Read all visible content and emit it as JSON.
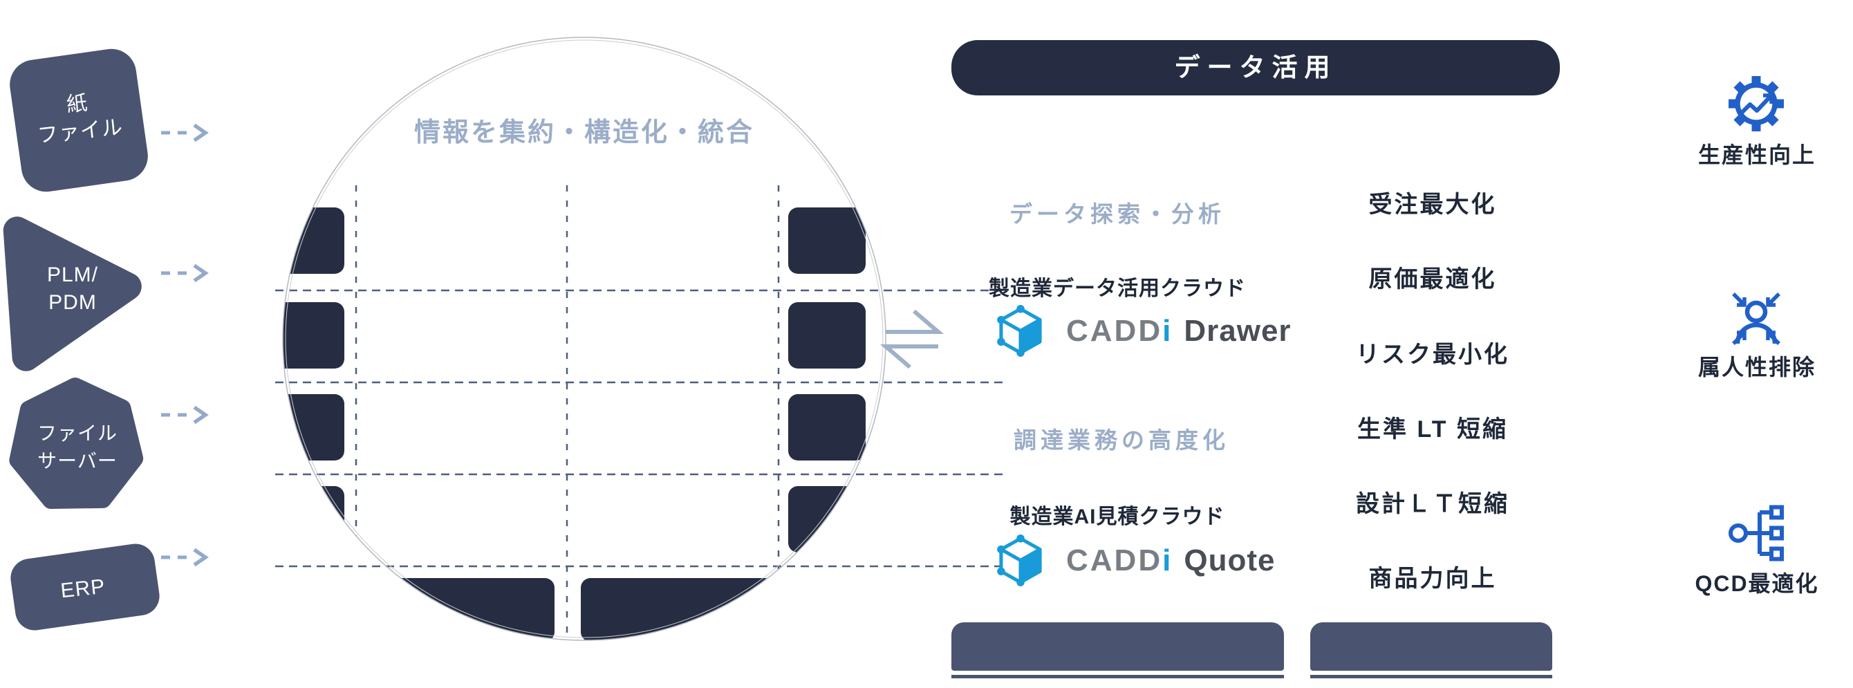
{
  "sources": {
    "items": [
      {
        "shape": "rounded-square",
        "line1": "紙",
        "line2": "ファイル"
      },
      {
        "shape": "rounded-triangle",
        "line1": "PLM/",
        "line2": "PDM"
      },
      {
        "shape": "rounded-heptagon",
        "line1": "ファイル",
        "line2": "サーバー"
      },
      {
        "shape": "rounded-rectangle",
        "line1": "ERP",
        "line2": ""
      }
    ]
  },
  "hub_circle": {
    "title": "情報を集約・構造化・統合"
  },
  "flow": {
    "exchange_icon": "bidirectional-exchange"
  },
  "data_utilization": {
    "banner_label": "データ活用",
    "products": [
      {
        "category": "データ探索・分析",
        "subtitle": "製造業データ活用クラウド",
        "brand_prefix": "CADD",
        "brand_i": "i",
        "name": "Drawer"
      },
      {
        "category": "調達業務の高度化",
        "subtitle": "製造業AI見積クラウド",
        "brand_prefix": "CADD",
        "brand_i": "i",
        "name": "Quote"
      }
    ],
    "outcomes": [
      "受注最大化",
      "原価最適化",
      "リスク最小化",
      "生準 LT 短縮",
      "設計ＬＴ短縮",
      "商品力向上"
    ]
  },
  "benefits": {
    "items": [
      {
        "icon": "gear-trend-up-icon",
        "label": "生産性向上"
      },
      {
        "icon": "person-converging-arrows-icon",
        "label": "属人性排除"
      },
      {
        "icon": "node-hierarchy-icon",
        "label": "QCD最適化"
      }
    ]
  },
  "colors": {
    "navy": "#262d42",
    "slate": "#4a5470",
    "light_blue_text": "#9badc8",
    "grid_dash": "#4c5e80",
    "arrow": "#93a9cb",
    "exchange": "#9fb0c9",
    "caddi_blue": "#189bd8",
    "caddi_gray": "#797d84",
    "wordmark_dark": "#4a4e56",
    "icon_blue": "#2160c8",
    "dark_text": "#1f2838"
  }
}
